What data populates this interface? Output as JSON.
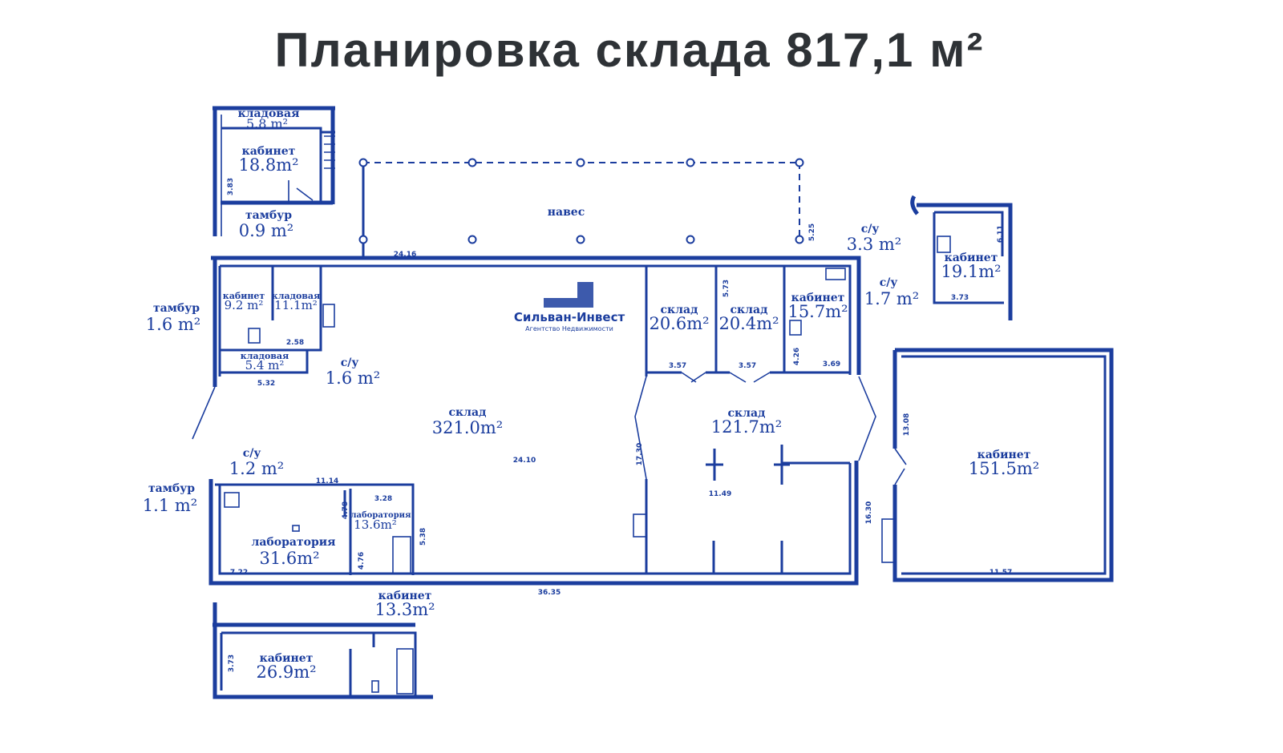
{
  "title": "Планировка склада 817,1 м²",
  "logo": {
    "name": "Сильван-Инвест",
    "tagline": "Агентство Недвижимости"
  },
  "accent_color": "#1b3d9e",
  "rooms": [
    {
      "name": "кладовая",
      "area": "5.8 m²"
    },
    {
      "name": "кабинет",
      "area": "18.8m²"
    },
    {
      "name": "тамбур",
      "area": "0.9 m²"
    },
    {
      "name": "навес",
      "area": ""
    },
    {
      "name": "кабинет",
      "area": "9.2 m²"
    },
    {
      "name": "кладовая",
      "area": "11.1m²"
    },
    {
      "name": "тамбур",
      "area": "1.6 m²"
    },
    {
      "name": "кладовая",
      "area": "5.4 m²"
    },
    {
      "name": "с/у",
      "area": "1.6 m²"
    },
    {
      "name": "склад",
      "area": "321.0m²"
    },
    {
      "name": "склад",
      "area": "20.6m²"
    },
    {
      "name": "склад",
      "area": "20.4m²"
    },
    {
      "name": "кабинет",
      "area": "15.7m²"
    },
    {
      "name": "с/у",
      "area": "3.3 m²"
    },
    {
      "name": "с/у",
      "area": "1.7 m²"
    },
    {
      "name": "склад",
      "area": "121.7m²"
    },
    {
      "name": "кабинет",
      "area": "19.1m²"
    },
    {
      "name": "кабинет",
      "area": "151.5m²"
    },
    {
      "name": "с/у",
      "area": "1.2 m²"
    },
    {
      "name": "тамбур",
      "area": "1.1 m²"
    },
    {
      "name": "лаборатория",
      "area": "31.6m²"
    },
    {
      "name": "лаборатория",
      "area": "13.6m²"
    },
    {
      "name": "кабинет",
      "area": "13.3m²"
    },
    {
      "name": "кабинет",
      "area": "26.9m²"
    }
  ],
  "dimensions": [
    "3.83",
    "24.16",
    "5.25",
    "2.58",
    "5.32",
    "24.10",
    "5.73",
    "3.57",
    "3.57",
    "4.26",
    "3.69",
    "17.30",
    "11.49",
    "16.30",
    "6.11",
    "3.73",
    "13.08",
    "11.57",
    "11.14",
    "3.28",
    "4.78",
    "4.76",
    "5.38",
    "7.22",
    "36.35",
    "3.73"
  ]
}
